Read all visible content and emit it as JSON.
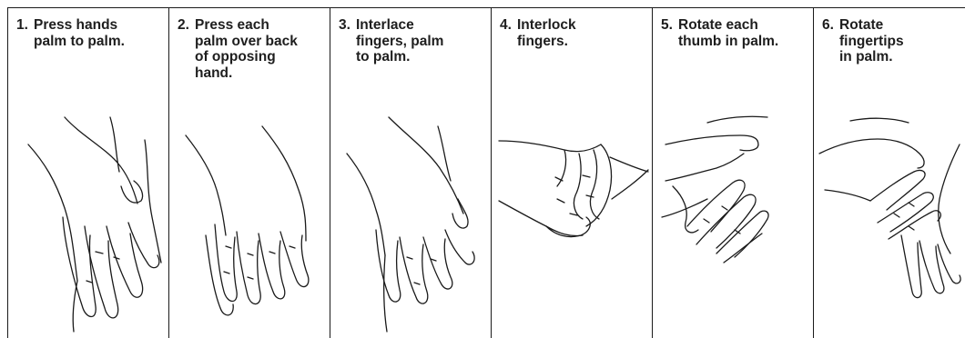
{
  "steps": [
    {
      "number": "1.",
      "text": "Press hands\npalm to palm.",
      "illustration": "palm-to-palm-icon"
    },
    {
      "number": "2.",
      "text": "Press each\npalm over back\nof opposing\nhand.",
      "illustration": "palm-over-back-icon"
    },
    {
      "number": "3.",
      "text": "Interlace\nfingers, palm\nto palm.",
      "illustration": "interlaced-fingers-icon"
    },
    {
      "number": "4.",
      "text": "Interlock\nfingers.",
      "illustration": "interlocked-fingers-icon"
    },
    {
      "number": "5.",
      "text": "Rotate each\nthumb in palm.",
      "illustration": "rotate-thumb-icon"
    },
    {
      "number": "6.",
      "text": "Rotate\nfingertips\nin palm.",
      "illustration": "rotate-fingertips-icon"
    }
  ]
}
